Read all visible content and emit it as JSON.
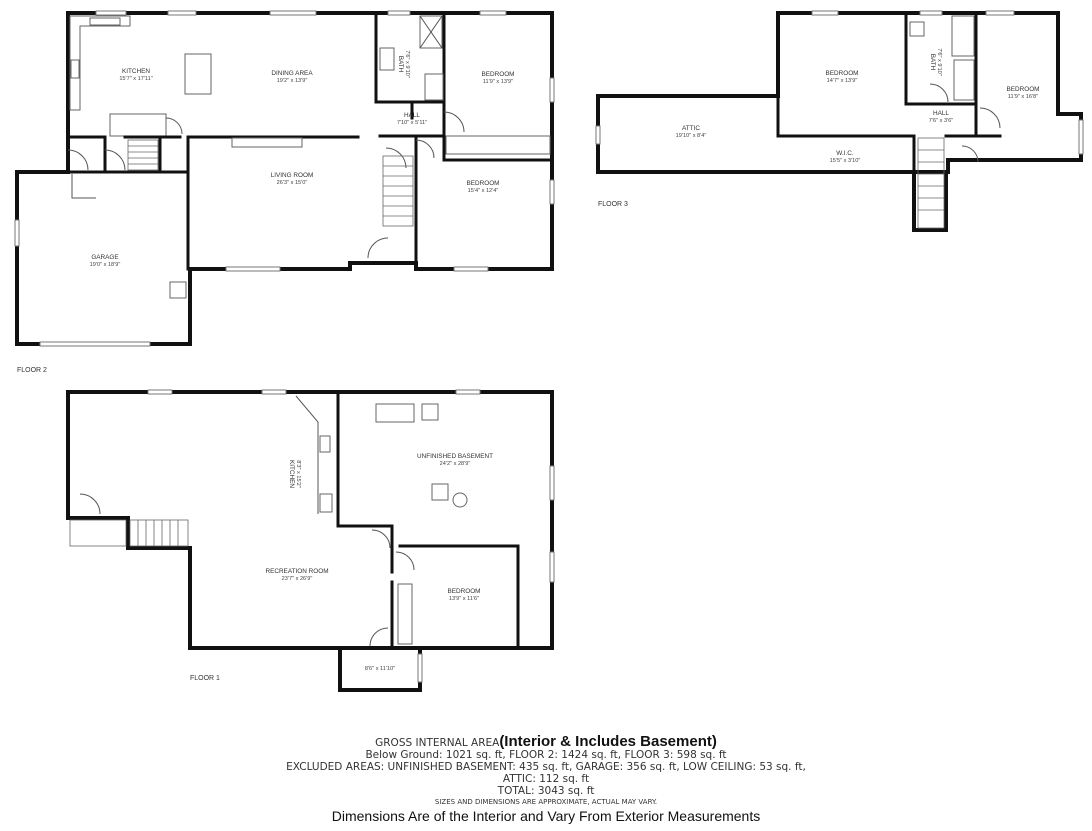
{
  "floor2": {
    "label": "FLOOR 2",
    "rooms": {
      "kitchen": {
        "name": "KITCHEN",
        "dim": "15'7\" x 17'11\""
      },
      "dining": {
        "name": "DINING AREA",
        "dim": "19'2\" x 13'9\""
      },
      "bath": {
        "name": "BATH",
        "dim": "7'6\" x 9'10\""
      },
      "bedroom_ne": {
        "name": "BEDROOM",
        "dim": "11'9\" x 13'9\""
      },
      "hall": {
        "name": "HALL",
        "dim": "7'10\" x 5'11\""
      },
      "living": {
        "name": "LIVING ROOM",
        "dim": "26'3\" x 15'0\""
      },
      "bedroom_se": {
        "name": "BEDROOM",
        "dim": "15'4\" x 12'4\""
      },
      "garage": {
        "name": "GARAGE",
        "dim": "19'0\" x 18'9\""
      }
    }
  },
  "floor3": {
    "label": "FLOOR 3",
    "rooms": {
      "attic": {
        "name": "ATTIC",
        "dim": "19'10\" x 8'4\""
      },
      "bedroom_w": {
        "name": "BEDROOM",
        "dim": "14'7\" x 13'9\""
      },
      "bath": {
        "name": "BATH",
        "dim": "7'6\" x 9'10\""
      },
      "bedroom_e": {
        "name": "BEDROOM",
        "dim": "11'9\" x 16'8\""
      },
      "hall": {
        "name": "HALL",
        "dim": "7'6\" x 3'6\""
      },
      "wic": {
        "name": "W.I.C.",
        "dim": "15'5\" x 3'10\""
      }
    }
  },
  "floor1": {
    "label": "FLOOR 1",
    "rooms": {
      "kitchen": {
        "name": "KITCHEN",
        "dim": "8'3\" x 15'2\""
      },
      "unfinished": {
        "name": "UNFINISHED BASEMENT",
        "dim": "24'2\" x 28'9\""
      },
      "recreation": {
        "name": "RECREATION ROOM",
        "dim": "23'7\" x 26'9\""
      },
      "bedroom": {
        "name": "BEDROOM",
        "dim": "13'9\" x 11'6\""
      },
      "small": {
        "name": "",
        "dim": "8'6\" x 11'10\""
      }
    }
  },
  "summary": {
    "title": "GROSS INTERNAL AREA",
    "title_note": "(Interior & Includes Basement)",
    "line1": "Below Ground: 1021 sq. ft, FLOOR 2: 1424 sq. ft, FLOOR 3: 598 sq. ft",
    "line2": "EXCLUDED AREAS: UNFINISHED BASEMENT: 435 sq. ft, GARAGE: 356 sq. ft, LOW CEILING: 53 sq. ft,",
    "line3": "ATTIC: 112 sq. ft",
    "line4": "TOTAL: 3043 sq. ft",
    "disclaimer": "SIZES AND DIMENSIONS ARE APPROXIMATE, ACTUAL MAY VARY.",
    "note": "Dimensions Are of the Interior and Vary From Exterior Measurements"
  }
}
